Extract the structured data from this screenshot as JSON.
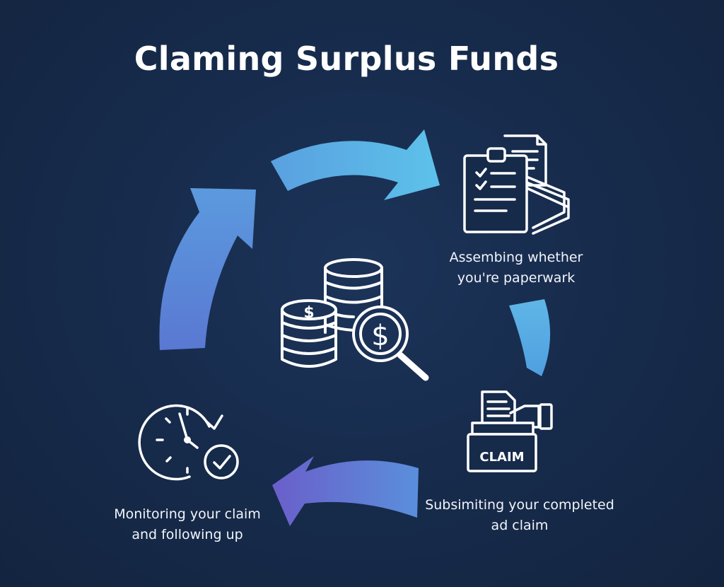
{
  "title": "Claming Surplus Funds",
  "steps": {
    "assemble": {
      "line1": "Assembing whether",
      "line2": "you're paperwark",
      "icon": "clipboard-documents-icon"
    },
    "submit": {
      "line1": "Subsimiting your completed",
      "line2": "ad claim",
      "box_label": "CLAIM",
      "icon": "claim-box-icon"
    },
    "monitor": {
      "line1": "Monitoring your claim",
      "line2": "and following up",
      "icon": "clock-check-icon"
    }
  },
  "center": {
    "icon": "coins-magnifier-icon",
    "coin_symbol": "$",
    "lens_symbol": "$"
  },
  "colors": {
    "background": "#162a4a",
    "arrow_light": "#5cb8e4",
    "arrow_mid": "#5b8fd6",
    "arrow_dark": "#6a6fd0",
    "icon_stroke": "#ffffff"
  }
}
